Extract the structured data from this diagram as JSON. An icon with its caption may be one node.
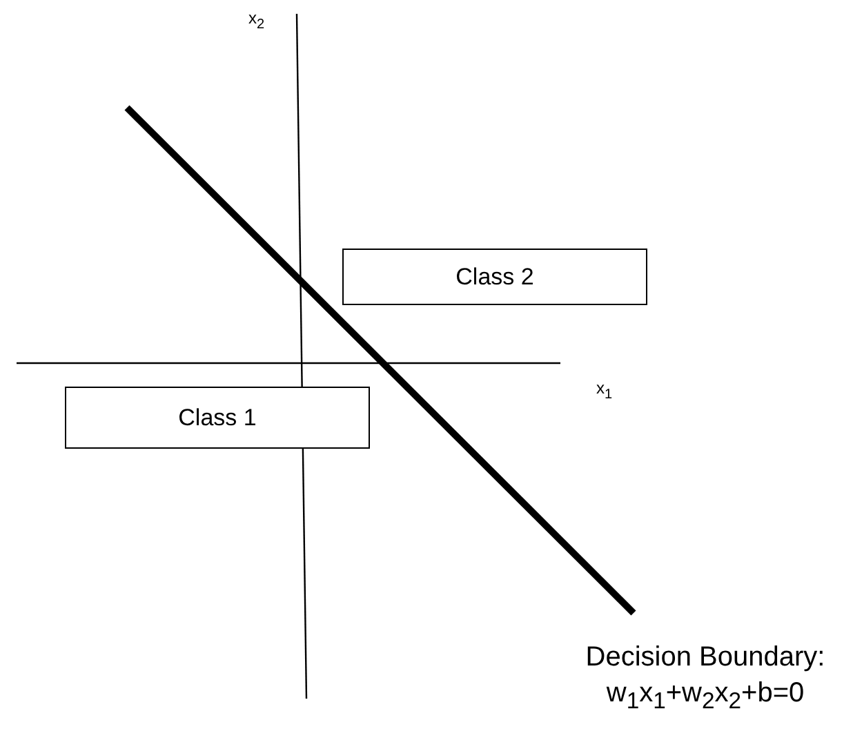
{
  "diagram": {
    "nodes": [
      {
        "text": [
          "Class 2"
        ]
      },
      {
        "text": [
          "Class 1"
        ]
      }
    ],
    "labels": [
      "x$_{2}$",
      "x$_{1}$",
      "Decision Boundary: w$_{1}$x$_{1}$+w$_{2}$x$_{2}$+b=0"
    ]
  }
}
